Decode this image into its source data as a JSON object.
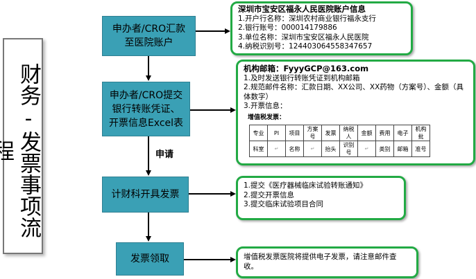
{
  "title": "财务-发票事项流程",
  "steps": {
    "step1": "申办者/CRO汇款\n至医院账户",
    "step2": "申办者/CRO提交\n银行转账凭证、\n开票信息Excel表",
    "step3": "计财科开具发票",
    "step4": "发票领取"
  },
  "apply_label": "申请",
  "account_box": {
    "heading": "深圳市宝安区福永人民医院账户信息",
    "lines": [
      "1.开户行名称：深圳农村商业银行福永支行",
      "2.银行账号：000014179886",
      "3.单位名称：深圳市宝安区福永人民医院",
      "4.纳税识别号：124403064558347657"
    ]
  },
  "email_box": {
    "heading": "机构邮箱：FyyyGCP@163.com",
    "lines": [
      "1.及时发送银行转账凭证到机构邮箱",
      "2.规范邮件名称：汇款日期、XX公司、XX药物（方案号）、金额（具体数字）",
      "3.开票信息："
    ],
    "vat_title": "增值税发票：",
    "table_row1": [
      "专业",
      "PI",
      "项目",
      "方案号",
      "发票",
      "纳税人",
      "金额",
      "费用",
      "电子",
      "机构批"
    ],
    "table_row2": [
      "科室",
      "",
      "名称",
      "",
      "抬头",
      "识别号",
      "",
      "类别",
      "邮箱",
      "准号"
    ],
    "cell_mark": "↵"
  },
  "submit_box": {
    "lines": [
      "1.提交《医疗器械临床试验转账通知》",
      "2.提交开票信息",
      "3.提交临床试验项目合同"
    ]
  },
  "pickup_box": {
    "text": "增值税发票医院将提供电子发票，请注意邮件查收。"
  }
}
